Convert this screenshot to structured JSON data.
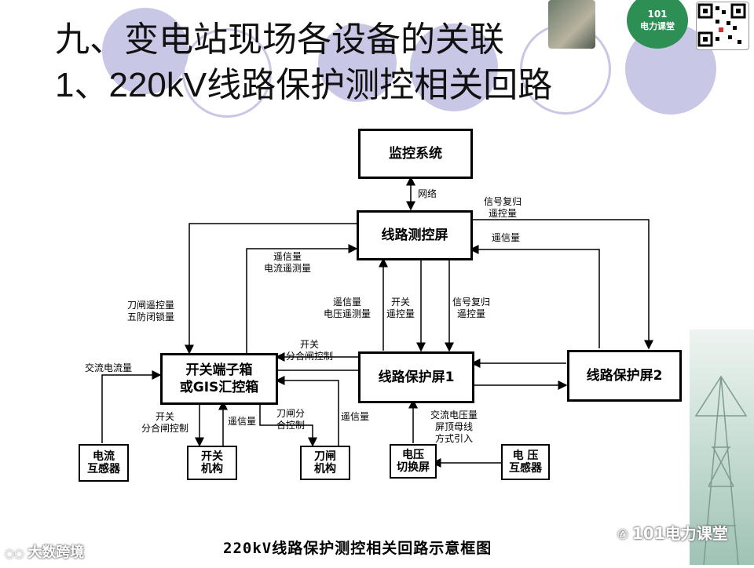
{
  "title": {
    "line1": "九、变电站现场各设备的关联",
    "line2": "1、220kV线路保护测控相关回路"
  },
  "badge": {
    "number": "101",
    "text": "电力课堂"
  },
  "diagram": {
    "boxes": {
      "monitor": "监控系统",
      "line_control": "线路测控屏",
      "terminal_box_line1": "开关端子箱",
      "terminal_box_line2": "或GIS汇控箱",
      "protection1": "线路保护屏1",
      "protection2": "线路保护屏2",
      "ct_line1": "电流",
      "ct_line2": "互感器",
      "breaker_mech_line1": "开关",
      "breaker_mech_line2": "机构",
      "disconnector_mech_line1": "刀闸",
      "disconnector_mech_line2": "机构",
      "voltage_switch_line1": "电压",
      "voltage_switch_line2": "切换屏",
      "pt_line1": "电 压",
      "pt_line2": "互感器"
    },
    "labels": {
      "network": "网络",
      "signal_reset_remote1_line1": "信号复归",
      "signal_reset_remote1_line2": "遥控量",
      "telesignal_p2": "遥信量",
      "telesignal_current_line1": "遥信量",
      "telesignal_current_line2": "电流遥测量",
      "disconnector_remote_line1": "刀闸遥控量",
      "disconnector_remote_line2": "五防闭锁量",
      "telesignal_voltage_line1": "遥信量",
      "telesignal_voltage_line2": "电压遥测量",
      "switch_remote_line1": "开关",
      "switch_remote_line2": "遥控量",
      "signal_reset_remote2_line1": "信号复归",
      "signal_reset_remote2_line2": "遥控量",
      "switch_control_line1": "开关",
      "switch_control_line2": "分合闸控制",
      "ac_current": "交流电流量",
      "breaker_control_line1": "开关",
      "breaker_control_line2": "分合闸控制",
      "telesignal_breaker": "遥信量",
      "disconnector_control_line1": "刀闸分",
      "disconnector_control_line2": "合控制",
      "telesignal_disconnector": "遥信量",
      "ac_voltage_line1": "交流电压量",
      "ac_voltage_line2": "屏顶母线",
      "ac_voltage_line3": "方式引入"
    },
    "caption": "220kV线路保护测控相关回路示意框图"
  },
  "watermarks": {
    "right": "101电力课堂",
    "left": "大数跨境"
  },
  "colors": {
    "circle": "#c9c7e6",
    "badge_green": "#2e8f54",
    "line": "#000000"
  }
}
